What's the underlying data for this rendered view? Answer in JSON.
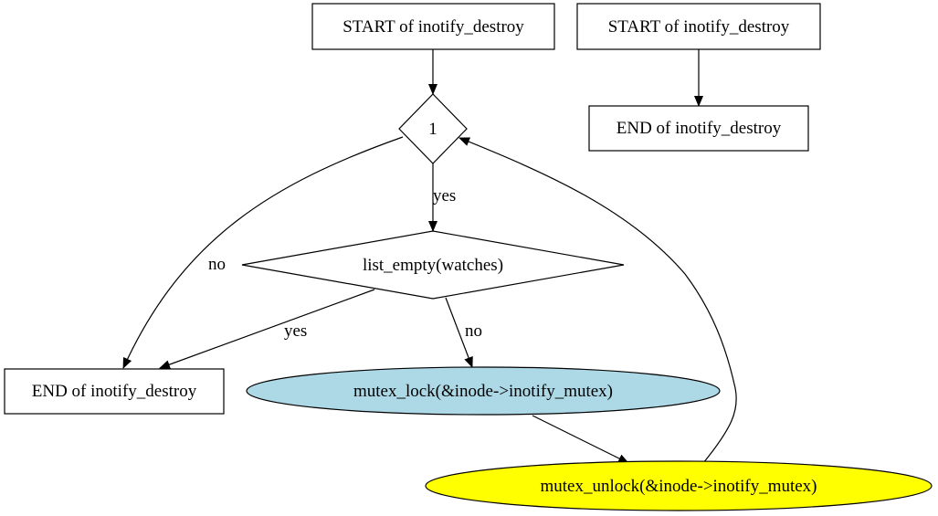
{
  "nodes": {
    "start_left": "START of inotify_destroy",
    "start_right": "START of inotify_destroy",
    "end_right": "END of inotify_destroy",
    "loop_cond": "1",
    "list_empty": "list_empty(watches)",
    "end_left": "END of inotify_destroy",
    "mutex_lock": "mutex_lock(&inode->inotify_mutex)",
    "mutex_unlock": "mutex_unlock(&inode->inotify_mutex)"
  },
  "edges": {
    "loop_yes": "yes",
    "loop_no": "no",
    "empty_yes": "yes",
    "empty_no": "no"
  },
  "colors": {
    "mutex_lock_fill": "#add8e6",
    "mutex_unlock_fill": "#ffff00"
  }
}
